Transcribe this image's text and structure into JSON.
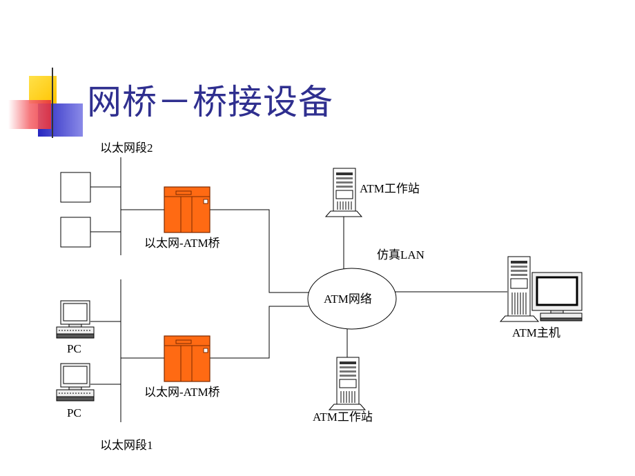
{
  "slide": {
    "title": "网桥－桥接设备"
  },
  "diagram": {
    "segment_top_label": "以太网段2",
    "segment_bottom_label": "以太网段1",
    "bridge_top_label": "以太网-ATM桥",
    "bridge_bottom_label": "以太网-ATM桥",
    "pc_label_1": "PC",
    "pc_label_2": "PC",
    "atm_network_label": "ATM网络",
    "emulated_lan_label": "仿真LAN",
    "workstation_top_label": "ATM工作站",
    "workstation_bottom_label": "ATM工作站",
    "host_label": "ATM主机"
  },
  "colors": {
    "title": "#2f2f8f",
    "bridge_fill": "#ff6a13",
    "deco_yellow": "#ffd21f",
    "deco_blue": "#2a2ac8",
    "deco_red": "#e8313a"
  }
}
